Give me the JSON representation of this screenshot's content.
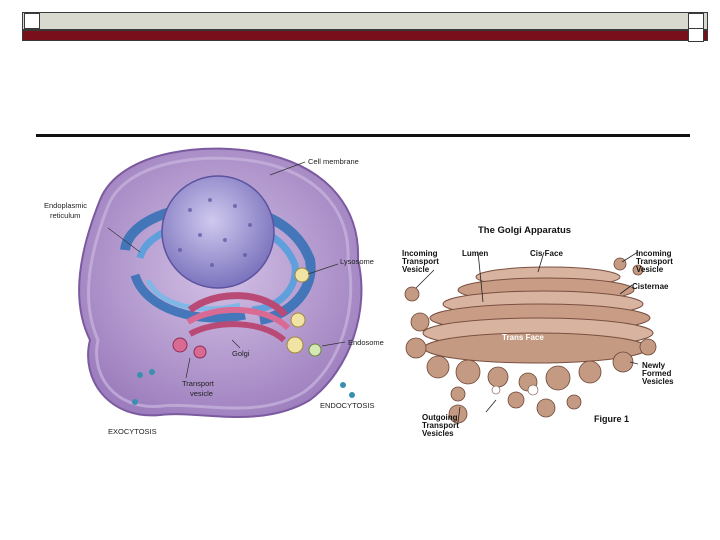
{
  "cell_labels": {
    "cell_membrane": "Cell membrane",
    "er_line1": "Endoplasmic",
    "er_line2": "reticulum",
    "lysosome": "Lysosome",
    "endosome": "Endosome",
    "golgi": "Golgi",
    "transport_line1": "Transport",
    "transport_line2": "vesicle",
    "endocytosis": "ENDOCYTOSIS",
    "exocytosis": "EXOCYTOSIS"
  },
  "golgi_figure": {
    "title": "The Golgi Apparatus",
    "incoming_left": [
      "Incoming",
      "Transport",
      "Vesicle"
    ],
    "lumen": "Lumen",
    "cis_face": "Cis Face",
    "incoming_right": [
      "Incoming",
      "Transport",
      "Vesicle"
    ],
    "cisternae": "Cisternae",
    "trans_face": "Trans Face",
    "newly_formed": [
      "Newly",
      "Formed",
      "Vesicles"
    ],
    "outgoing": [
      "Outgoing",
      "Transport",
      "Vesicles"
    ],
    "figure": "Figure 1"
  },
  "colors": {
    "header_light": "#d9d9cf",
    "header_dark": "#7a0f1c",
    "cell_purple": "#a98bc6",
    "nucleus": "#8f86c8",
    "er_blue": "#3f7fc4",
    "golgi_pink": "#c8577f",
    "golgi_tan": "#c49a82"
  }
}
